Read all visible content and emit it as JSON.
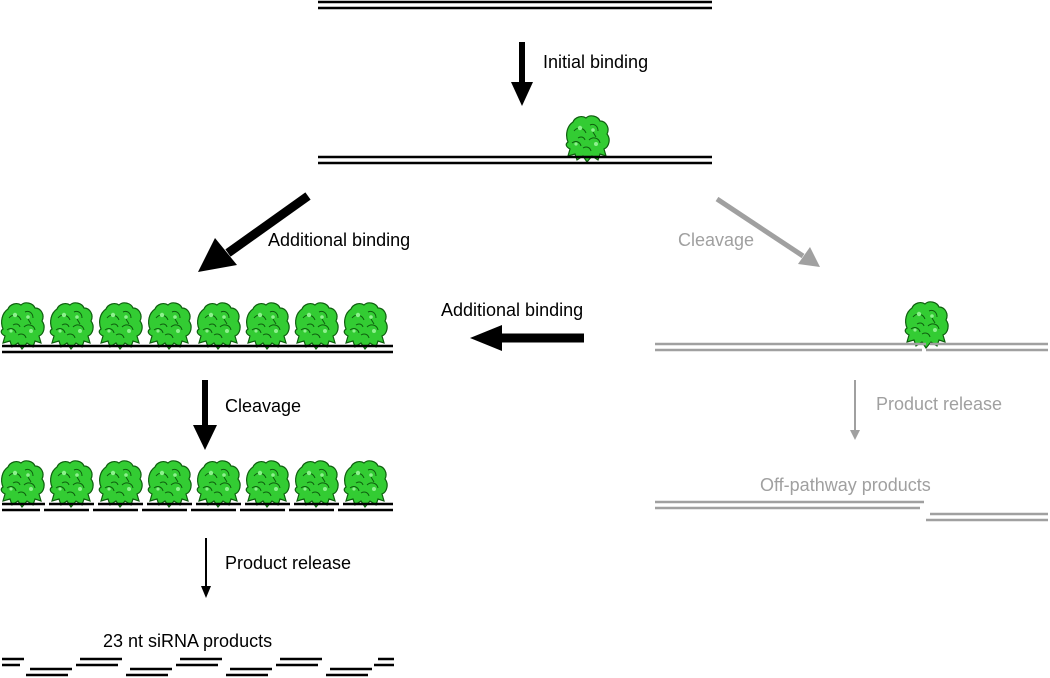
{
  "labels": {
    "initial_binding": "Initial binding",
    "additional_binding_diag": "Additional binding",
    "cleavage_gray": "Cleavage",
    "additional_binding_horiz": "Additional binding",
    "cleavage_main": "Cleavage",
    "product_release_gray": "Product release",
    "off_pathway": "Off-pathway products",
    "product_release_main": "Product release",
    "sirna_products": "23 nt siRNA products"
  },
  "colors": {
    "main": "#000000",
    "offpath": "#a0a0a0",
    "protein": "#33cc33",
    "protein_dark": "#117711"
  },
  "icons": {
    "protein": "dicer-protein-icon"
  },
  "dicer_per_strand": 8
}
